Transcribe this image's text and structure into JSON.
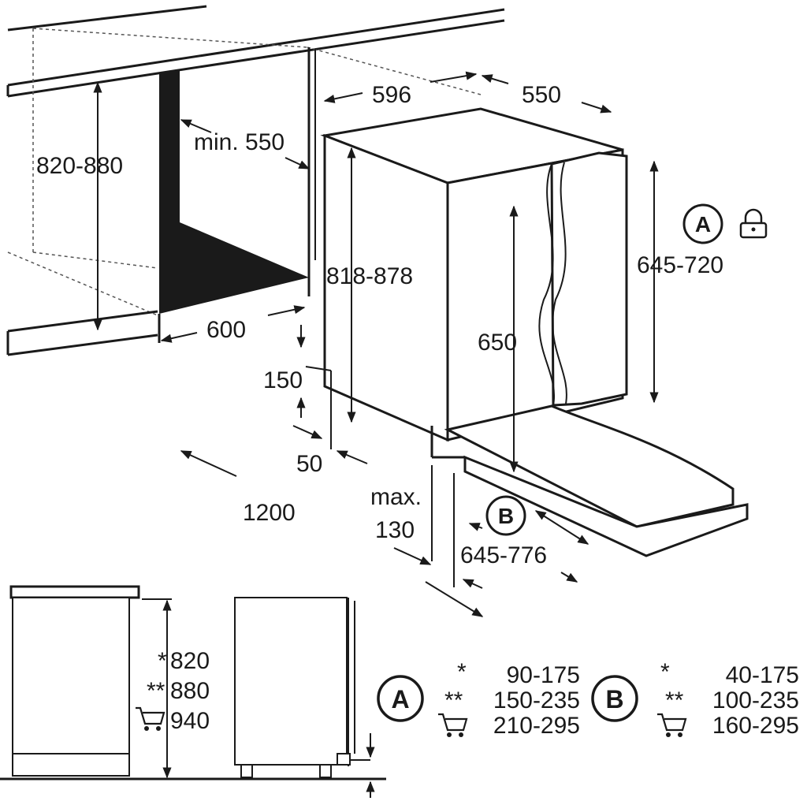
{
  "dimensions": {
    "cabinet_height": "820-880",
    "min_depth": "min. 550",
    "niche_width": "600",
    "appliance_width": "596",
    "appliance_depth": "550",
    "appliance_height": "818-878",
    "door_height_range": "645-720",
    "door_height": "650",
    "plinth_height": "150",
    "plinth_setback": "50",
    "max_label": "max.",
    "max_value": "130",
    "total_depth": "1200",
    "door_opening": "645-776"
  },
  "markers": {
    "a": "A",
    "b": "B"
  },
  "side_view": {
    "heights": [
      {
        "prefix": "*",
        "value": "820"
      },
      {
        "prefix": "**",
        "value": "880"
      },
      {
        "prefix": "",
        "value": "940"
      }
    ]
  },
  "table_a": {
    "label": "A",
    "rows": [
      {
        "prefix": "*",
        "value": "90-175"
      },
      {
        "prefix": "**",
        "value": "150-235"
      },
      {
        "prefix": "",
        "value": "210-295"
      }
    ]
  },
  "table_b": {
    "label": "B",
    "rows": [
      {
        "prefix": "*",
        "value": "40-175"
      },
      {
        "prefix": "**",
        "value": "100-235"
      },
      {
        "prefix": "",
        "value": "160-295"
      }
    ]
  },
  "icons": [
    "padlock-icon",
    "shopping-cart-icon"
  ]
}
